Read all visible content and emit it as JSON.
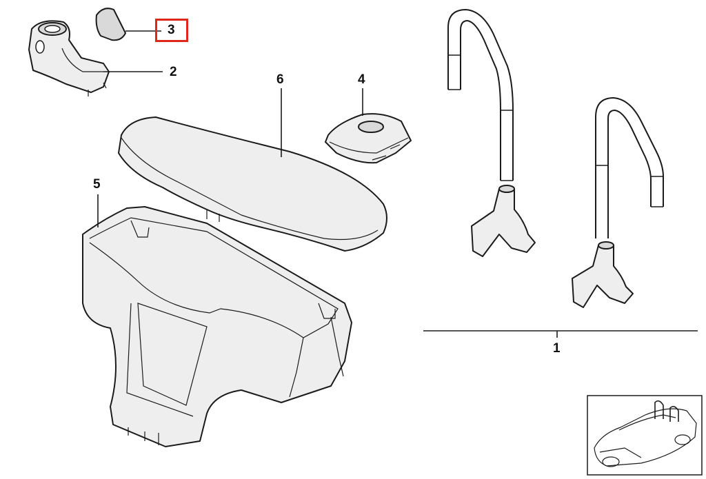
{
  "callouts": [
    {
      "id": "1",
      "label": "1"
    },
    {
      "id": "2",
      "label": "2"
    },
    {
      "id": "3",
      "label": "3",
      "highlighted": true
    },
    {
      "id": "4",
      "label": "4"
    },
    {
      "id": "5",
      "label": "5"
    },
    {
      "id": "6",
      "label": "6"
    }
  ],
  "colors": {
    "highlight": "#e0261b",
    "line": "#1a1a1a",
    "fill": "#eeeeee"
  }
}
